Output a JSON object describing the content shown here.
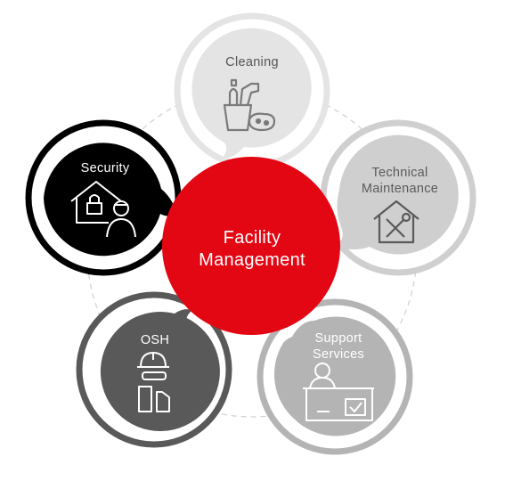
{
  "center": {
    "line1": "Facility",
    "line2": "Management"
  },
  "nodes": {
    "cleaning": {
      "label": "Cleaning"
    },
    "technical": {
      "line1": "Technical",
      "line2": "Maintenance"
    },
    "support": {
      "line1": "Support",
      "line2": "Services"
    },
    "osh": {
      "label": "OSH"
    },
    "security": {
      "label": "Security"
    }
  },
  "colors": {
    "accent": "#e30613",
    "cleaning": "#dedede",
    "technical": "#c4c4c4",
    "support": "#a9a9a9",
    "osh": "#595959",
    "security": "#000000"
  }
}
